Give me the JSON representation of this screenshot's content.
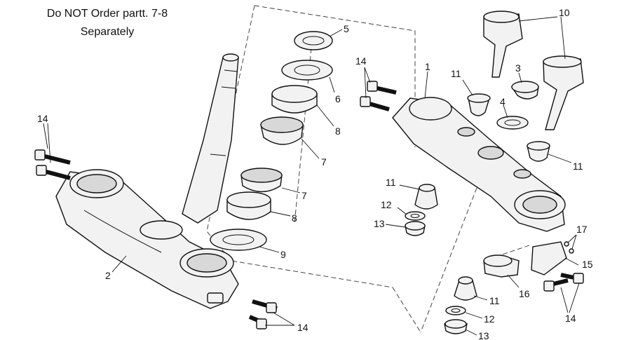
{
  "note": {
    "line1": "Do NOT Order partt. 7-8",
    "line2": "Separately"
  },
  "labels": {
    "p1": "1",
    "p2": "2",
    "p3": "3",
    "p4": "4",
    "p5": "5",
    "p6": "6",
    "p7a": "7",
    "p7b": "7",
    "p8a": "8",
    "p8b": "8",
    "p9": "9",
    "p10": "10",
    "p11a": "11",
    "p11b": "11",
    "p11c": "11",
    "p11d": "11",
    "p12a": "12",
    "p12b": "12",
    "p13a": "13",
    "p13b": "13",
    "p14a": "14",
    "p14b": "14",
    "p14c": "14",
    "p14d": "14",
    "p15": "15",
    "p16": "16",
    "p17": "17"
  }
}
